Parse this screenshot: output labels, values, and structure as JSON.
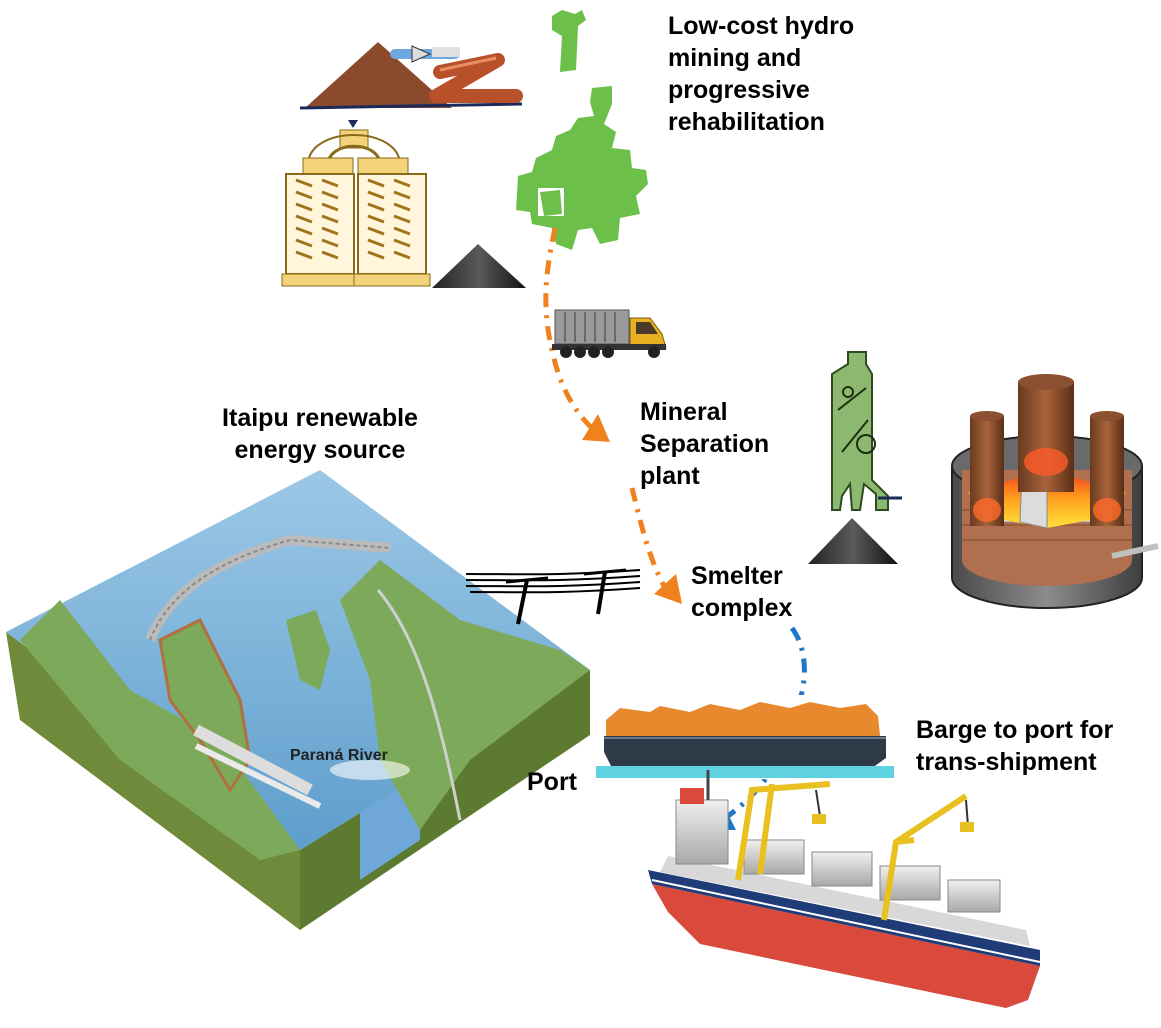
{
  "labels": {
    "mining": "Low-cost hydro\nmining and\nprogressive\nrehabilitation",
    "itaipu": "Itaipu renewable\nenergy source",
    "separation": "Mineral\nSeparation\nplant",
    "smelter": "Smelter\ncomplex",
    "barge": "Barge to port for\ntrans-shipment",
    "port": "Port",
    "river": "Paraná River"
  },
  "colors": {
    "flow_orange": "#F0821E",
    "flow_blue": "#1E78C8",
    "mining_green": "#6CC04A",
    "water": "#7FB6DC",
    "land_green": "#7DAA5A",
    "cargo": "#E8892E",
    "hull_dark": "#2E3A48",
    "ship_red": "#D9493C",
    "ship_navy": "#1F3C78"
  },
  "icons": [
    "stockpile-icon",
    "dredge-icon",
    "spiral-separator-icon",
    "concentrate-pile-icon",
    "haul-truck-icon",
    "separator-tower-icon",
    "electric-furnace-icon",
    "dam-landscape-icon",
    "power-line-icon",
    "barge-icon",
    "bulk-carrier-ship-icon"
  ]
}
